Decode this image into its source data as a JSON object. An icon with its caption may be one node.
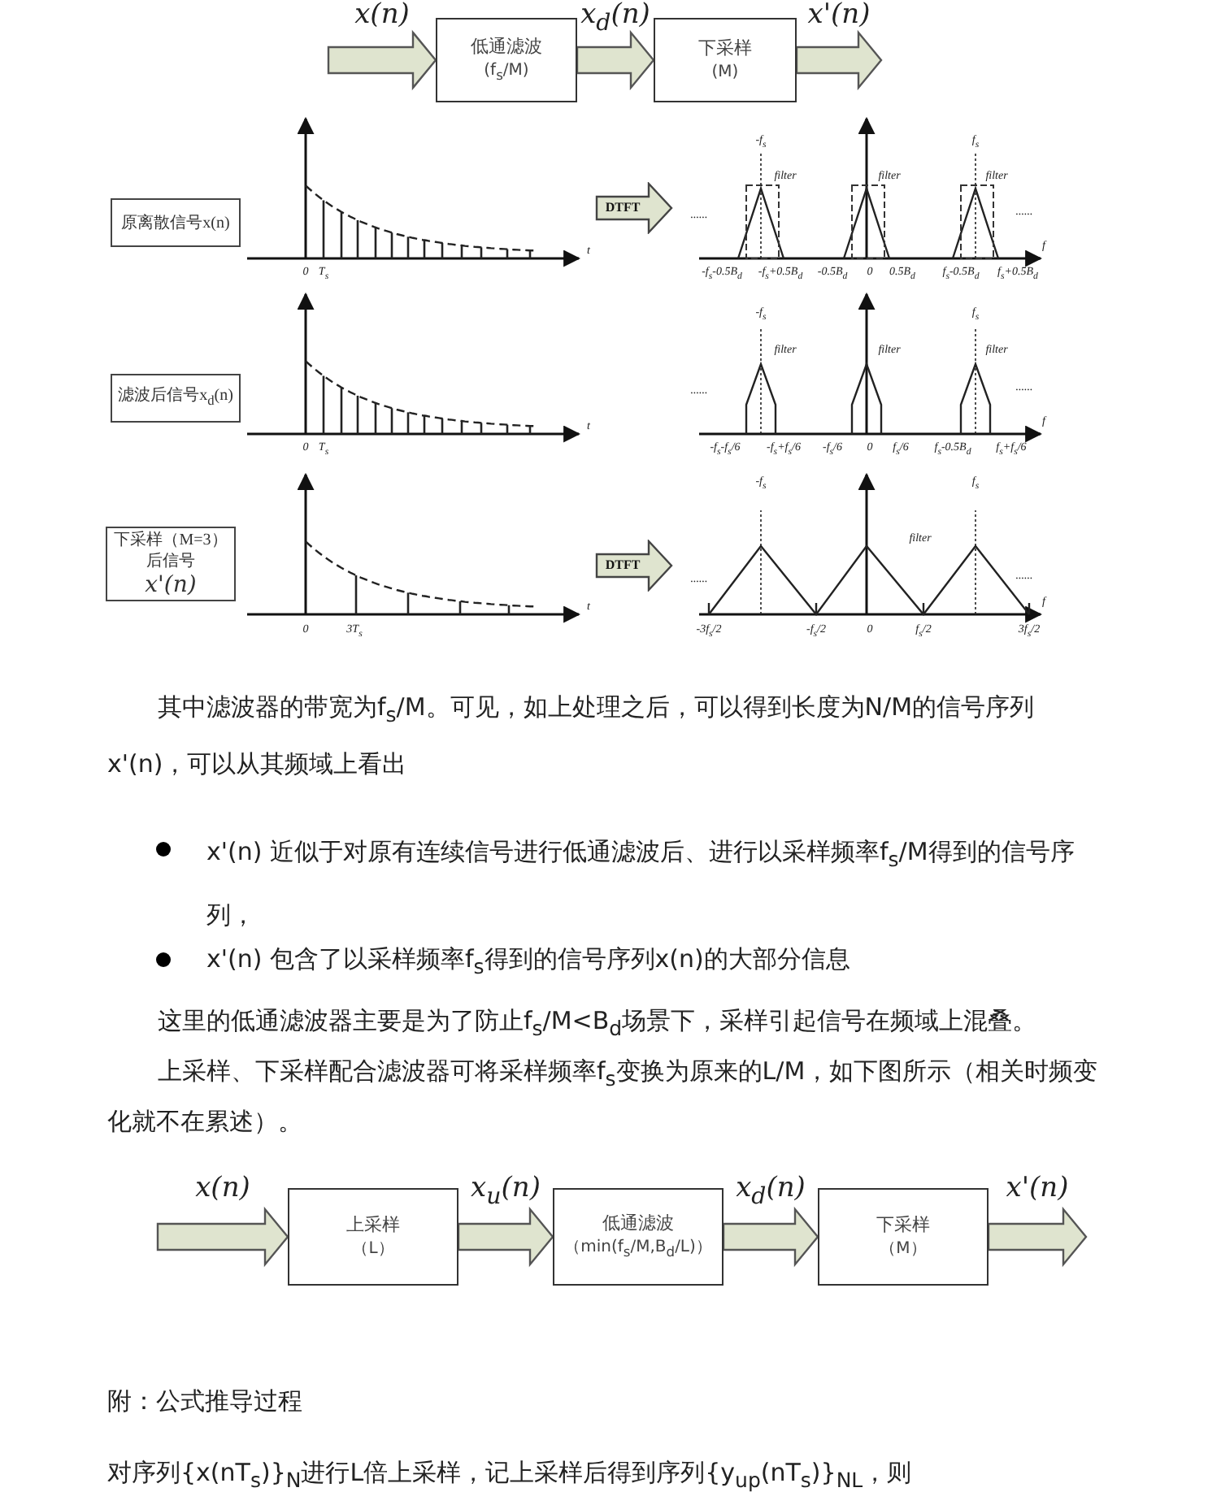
{
  "diagram": {
    "nodes": [
      {
        "text": [
          "低通滤波",
          "(f$_{s}$/M)"
        ]
      },
      {
        "text": [
          "下采样",
          "(M)"
        ]
      },
      {
        "text": [
          "原离散信号x(n)"
        ]
      },
      {
        "text": [
          "DTFT"
        ]
      },
      {
        "text": [
          "滤波后信号x$_{d}$(n)"
        ]
      },
      {
        "text": [
          "下采样（M=3）后信号",
          "x'(n)"
        ]
      },
      {
        "text": [
          "DTFT"
        ]
      },
      {
        "text": [
          "上采样",
          "（L）"
        ]
      },
      {
        "text": [
          "低通滤波",
          "（min(f$_{s}$/M,B$_{d}$/L)）"
        ]
      },
      {
        "text": [
          "下采样",
          "（M）"
        ]
      }
    ],
    "edges": [
      {
        "from": null,
        "to": 0,
        "arrow": "to",
        "label": "x(n)"
      },
      {
        "from": 0,
        "to": 1,
        "arrow": "to",
        "label": "x$_{d}$(n)"
      },
      {
        "from": 1,
        "to": null,
        "arrow": "to",
        "label": "x'(n)"
      },
      {
        "from": null,
        "to": 7,
        "arrow": "to",
        "label": "x(n)"
      },
      {
        "from": 7,
        "to": 8,
        "arrow": "to",
        "label": "x$_{u}$(n)"
      },
      {
        "from": 8,
        "to": 9,
        "arrow": "to",
        "label": "x$_{d}$(n)"
      },
      {
        "from": 9,
        "to": null,
        "arrow": "to",
        "label": "x'(n)"
      }
    ],
    "labels": [
      "-f$_{s}$",
      "f$_{s}$",
      "filter",
      "filter",
      "filter",
      "......",
      "......",
      "0",
      "T$_{s}$",
      "t",
      "f",
      "-f$_{s}$-0.5B$_{d}$",
      "-f$_{s}$+0.5B$_{d}$",
      "-0.5B$_{d}$",
      "0",
      "0.5B$_{d}$",
      "f$_{s}$-0.5B$_{d}$",
      "f$_{s}$+0.5B$_{d}$",
      "-f$_{s}$",
      "f$_{s}$",
      "filter",
      "filter",
      "filter",
      "......",
      "......",
      "0",
      "T$_{s}$",
      "t",
      "f",
      "-f$_{s}$-f$_{s}$/6",
      "-f$_{s}$+f$_{s}$/6",
      "-f$_{s}$/6",
      "0",
      "f$_{s}$/6",
      "f$_{s}$-0.5B$_{d}$",
      "f$_{s}$+f$_{s}$/6",
      "-f$_{s}$",
      "f$_{s}$",
      "filter",
      "......",
      "......",
      "0",
      "3T$_{s}$",
      "t",
      "f",
      "-3f$_{s}$/2",
      "-f$_{s}$/2",
      "0",
      "f$_{s}$/2",
      "3f$_{s}$/2",
      "其中滤波器的带宽为f$_{s}$/M。可见，如上处理之后，可以得到长度为N/M的信号序列x'(n)，可以从其频域上看出",
      "x'(n) 近似于对原有连续信号进行低通滤波后、进行以采样频率f$_{s}$/M得到的信号序列，",
      "x'(n) 包含了以采样频率f$_{s}$得到的信号序列x(n)的大部分信息",
      "这里的低通滤波器主要是为了防止f$_{s}$/M<B$_{d}$场景下，采样引起信号在频域上混叠。",
      "上采样、下采样配合滤波器可将采样频率f$_{s}$变换为原来的L/M，如下图所示（相关时频变化就不在累述）。",
      "附：公式推导过程",
      "对序列{x(nT$_{s}$)}$_{N}$进行L倍上采样，记上采样后得到序列{y$_{up}$(nT$_{s}$)}$_{NL}$，则"
    ]
  }
}
